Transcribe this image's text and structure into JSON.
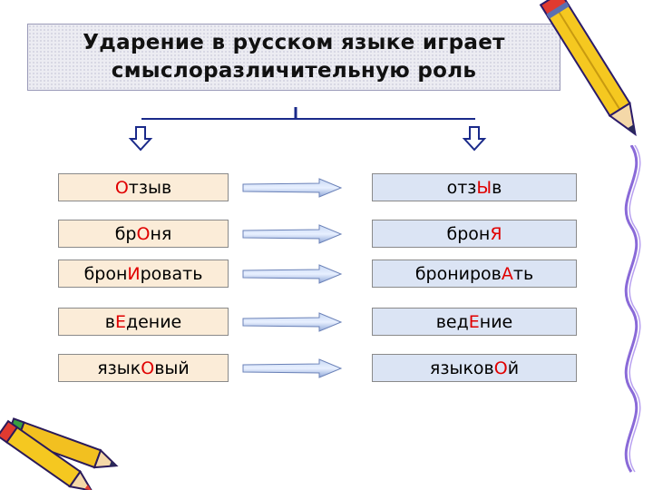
{
  "title": {
    "line1": "Ударение в русском языке играет",
    "line2": "смыслоразличительную роль"
  },
  "pairs": [
    {
      "left": {
        "pre": "",
        "acc": "О",
        "post": "тзыв"
      },
      "right": {
        "pre": "отз",
        "acc": "Ы",
        "post": "в"
      }
    },
    {
      "left": {
        "pre": "бр",
        "acc": "О",
        "post": "ня"
      },
      "right": {
        "pre": "брон",
        "acc": "Я",
        "post": ""
      }
    },
    {
      "left": {
        "pre": "брон",
        "acc": "И",
        "post": "ровать"
      },
      "right": {
        "pre": "брониров",
        "acc": "А",
        "post": "ть"
      }
    },
    {
      "left": {
        "pre": "в",
        "acc": "Е",
        "post": "дение"
      },
      "right": {
        "pre": "вед",
        "acc": "Е",
        "post": "ние"
      }
    },
    {
      "left": {
        "pre": "язык",
        "acc": "О",
        "post": "вый"
      },
      "right": {
        "pre": "языков",
        "acc": "О",
        "post": "й"
      }
    }
  ],
  "colors": {
    "accent_letter": "#e00000",
    "left_cell": "#fbecd8",
    "right_cell": "#dbe4f4",
    "connector": "#1a2a8a"
  },
  "icons": {
    "pencil_right": "pencil-icon",
    "pencils_bottom_left": "pencils-icon",
    "arrow": "arrow-right-icon",
    "down_arrow": "arrow-down-icon"
  }
}
